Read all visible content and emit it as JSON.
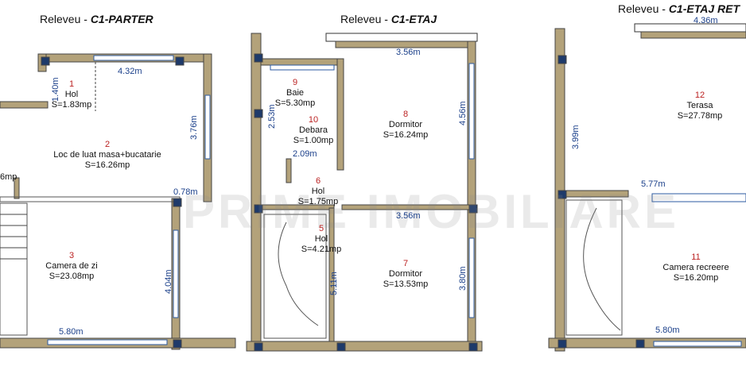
{
  "panels": [
    {
      "title_prefix": "Releveu - ",
      "title_bold": "C1-PARTER"
    },
    {
      "title_prefix": "Releveu - ",
      "title_bold": "C1-ETAJ"
    },
    {
      "title_prefix": "Releveu - ",
      "title_bold": "C1-ETAJ RET"
    }
  ],
  "rooms": {
    "r1": {
      "num": "1",
      "name": "Hol",
      "area": "S=1.83mp"
    },
    "r2": {
      "num": "2",
      "name": "Loc de luat masa+bucatarie",
      "area": "S=16.26mp"
    },
    "r3": {
      "num": "3",
      "name": "Camera de zi",
      "area": "S=23.08mp"
    },
    "r9": {
      "num": "9",
      "name": "Baie",
      "area": "S=5.30mp"
    },
    "r10": {
      "num": "10",
      "name": "Debara",
      "area": "S=1.00mp"
    },
    "r8": {
      "num": "8",
      "name": "Dormitor",
      "area": "S=16.24mp"
    },
    "r6": {
      "num": "6",
      "name": "Hol",
      "area": "S=1.75mp"
    },
    "r5": {
      "num": "5",
      "name": "Hol",
      "area": "S=4.21mp"
    },
    "r7": {
      "num": "7",
      "name": "Dormitor",
      "area": "S=13.53mp"
    },
    "r12": {
      "num": "12",
      "name": "Terasa",
      "area": "S=27.78mp"
    },
    "r11": {
      "num": "11",
      "name": "Camera recreere",
      "area": "S=16.20mp"
    }
  },
  "partial_labels": {
    "p1": "6mp"
  },
  "dimensions": {
    "d432": "4.32m",
    "d140": "1.40m",
    "d376": "3.76m",
    "d078": "0.78m",
    "d404": "4.04m",
    "d580a": "5.80m",
    "d356a": "3.56m",
    "d253": "2.53m",
    "d456": "4.56m",
    "d209": "2.09m",
    "d356b": "3.56m",
    "d511": "5.11m",
    "d380": "3.80m",
    "d436": "4.36m",
    "d399": "3.99m",
    "d577": "5.77m",
    "d580b": "5.80m"
  },
  "watermark": "PRIME IMOBILIARE"
}
